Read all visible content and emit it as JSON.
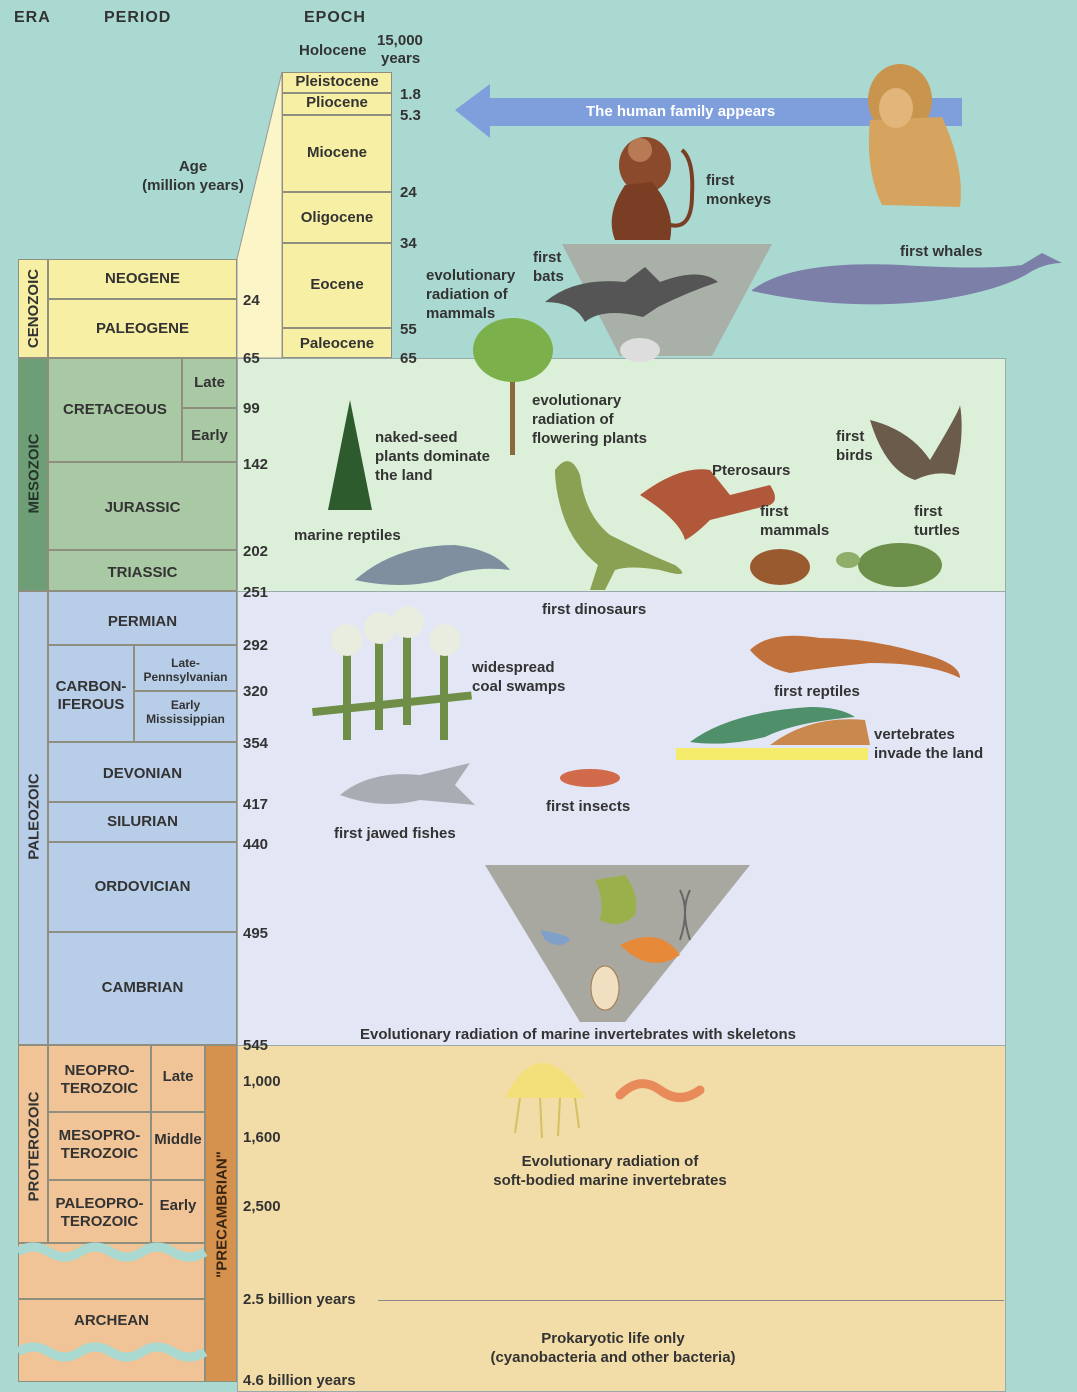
{
  "headers": {
    "era": "ERA",
    "period": "PERIOD",
    "epoch": "EPOCH"
  },
  "age_label": {
    "line1": "Age",
    "line2": "(million years)"
  },
  "eras": {
    "cenozoic": "CENOZOIC",
    "mesozoic": "MESOZOIC",
    "paleozoic": "PALEOZOIC",
    "proterozoic": "PROTEROZOIC",
    "precambrian": "\"PRECAMBRIAN\""
  },
  "periods": {
    "neogene": "NEOGENE",
    "paleogene": "PALEOGENE",
    "cretaceous": "CRETACEOUS",
    "cretaceous_late": "Late",
    "cretaceous_early": "Early",
    "jurassic": "JURASSIC",
    "triassic": "TRIASSIC",
    "permian": "PERMIAN",
    "carboniferous_1": "CARBON-",
    "carboniferous_2": "IFEROUS",
    "pennsylvanian_1": "Late-",
    "pennsylvanian_2": "Pennsylvanian",
    "mississippian_1": "Early",
    "mississippian_2": "Mississippian",
    "devonian": "DEVONIAN",
    "silurian": "SILURIAN",
    "ordovician": "ORDOVICIAN",
    "cambrian": "CAMBRIAN",
    "neoproterozoic_1": "NEOPRO-",
    "neoproterozoic_2": "TEROZOIC",
    "mesoproterozoic_1": "MESOPRO-",
    "mesoproterozoic_2": "TEROZOIC",
    "paleoproterozoic_1": "PALEOPRO-",
    "paleoproterozoic_2": "TEROZOIC",
    "prot_late": "Late",
    "prot_middle": "Middle",
    "prot_early": "Early",
    "archean": "ARCHEAN"
  },
  "epochs": {
    "holocene": "Holocene",
    "pleistocene": "Pleistocene",
    "pliocene": "Pliocene",
    "miocene": "Miocene",
    "oligocene": "Oligocene",
    "eocene": "Eocene",
    "paleocene": "Paleocene"
  },
  "epoch_ages": {
    "holocene_1": "15,000",
    "holocene_2": "years",
    "a1_8": "1.8",
    "a5_3": "5.3",
    "a24": "24",
    "a34": "34",
    "a55": "55",
    "a65": "65"
  },
  "ages": {
    "a24": "24",
    "a65": "65",
    "a99": "99",
    "a142": "142",
    "a202": "202",
    "a251": "251",
    "a292": "292",
    "a320": "320",
    "a354": "354",
    "a417": "417",
    "a440": "440",
    "a495": "495",
    "a545": "545",
    "a1000": "1,000",
    "a1600": "1,600",
    "a2500": "2,500",
    "b25": "2.5 billion years",
    "b46": "4.6 billion years"
  },
  "events": {
    "human_family": "The human family appears",
    "first_monkeys_1": "first",
    "first_monkeys_2": "monkeys",
    "first_whales": "first whales",
    "first_bats_1": "first",
    "first_bats_2": "bats",
    "mammal_rad_1": "evolutionary",
    "mammal_rad_2": "radiation of",
    "mammal_rad_3": "mammals",
    "flower_rad_1": "evolutionary",
    "flower_rad_2": "radiation of",
    "flower_rad_3": "flowering plants",
    "naked_seed_1": "naked-seed",
    "naked_seed_2": "plants dominate",
    "naked_seed_3": "the land",
    "first_birds_1": "first",
    "first_birds_2": "birds",
    "pterosaurs": "Pterosaurs",
    "first_mammals_1": "first",
    "first_mammals_2": "mammals",
    "first_turtles_1": "first",
    "first_turtles_2": "turtles",
    "marine_reptiles": "marine reptiles",
    "first_dinosaurs": "first dinosaurs",
    "coal_1": "widespread",
    "coal_2": "coal swamps",
    "first_reptiles": "first reptiles",
    "vertebrates_1": "vertebrates",
    "vertebrates_2": "invade the land",
    "first_insects": "first insects",
    "jawed_fishes": "first jawed fishes",
    "marine_inv": "Evolutionary radiation of marine invertebrates with skeletons",
    "soft_1": "Evolutionary radiation of",
    "soft_2": "soft-bodied marine invertebrates",
    "prok_1": "Prokaryotic life only",
    "prok_2": "(cyanobacteria and other bacteria)"
  },
  "colors": {
    "background": "#a9d9d1",
    "cenozoic": "#f7efa4",
    "mesozoic": "#a9c9a4",
    "mesozoic_era": "#6e9e76",
    "mesozoic_panel": "#dcefd8",
    "paleozoic": "#b7cde8",
    "paleozoic_panel": "#e2e6f5",
    "proterozoic": "#f0c496",
    "precambrian": "#d4924e",
    "proterozoic_panel": "#f2dca8",
    "arrow": "#7f9fdc"
  }
}
